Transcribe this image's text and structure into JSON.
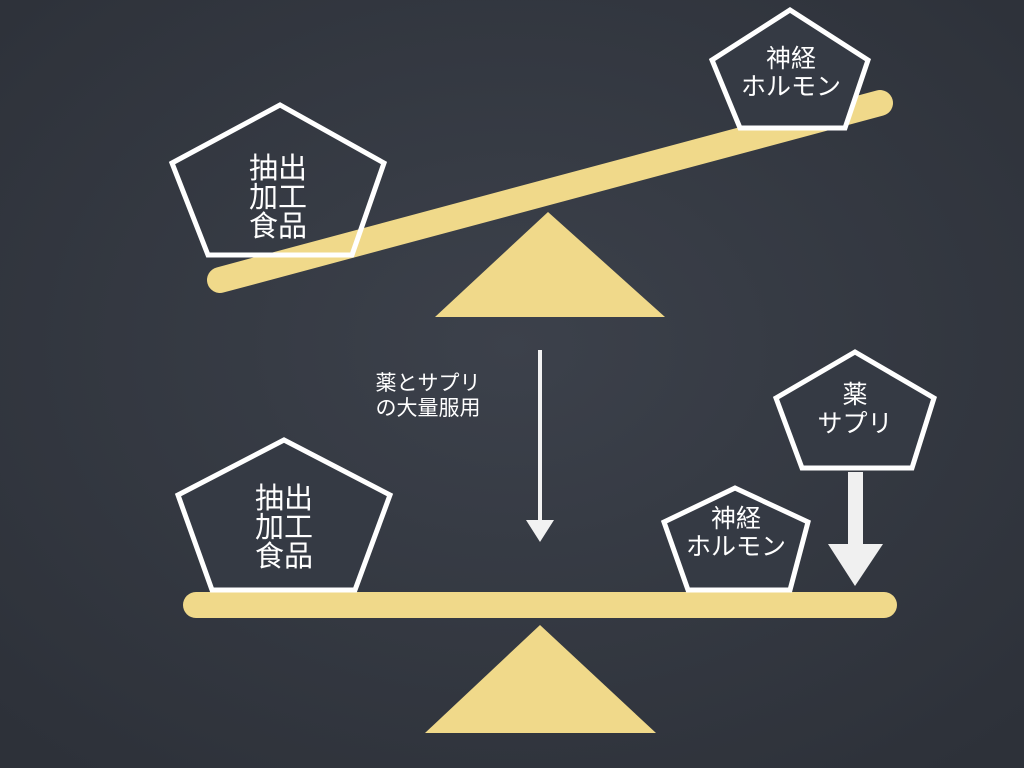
{
  "top": {
    "left_box": [
      "抽出",
      "加工",
      "食品"
    ],
    "right_box": [
      "神経",
      "ホルモン"
    ]
  },
  "transition": {
    "label": [
      "薬とサプリ",
      "の大量服用"
    ]
  },
  "bottom": {
    "left_box": [
      "抽出",
      "加工",
      "食品"
    ],
    "right_box": [
      "神経",
      "ホルモン"
    ],
    "weight_box": [
      "薬",
      "サプリ"
    ]
  },
  "colors": {
    "background": "#363b45",
    "beam": "#f0d98a",
    "chalk": "#ffffff"
  }
}
